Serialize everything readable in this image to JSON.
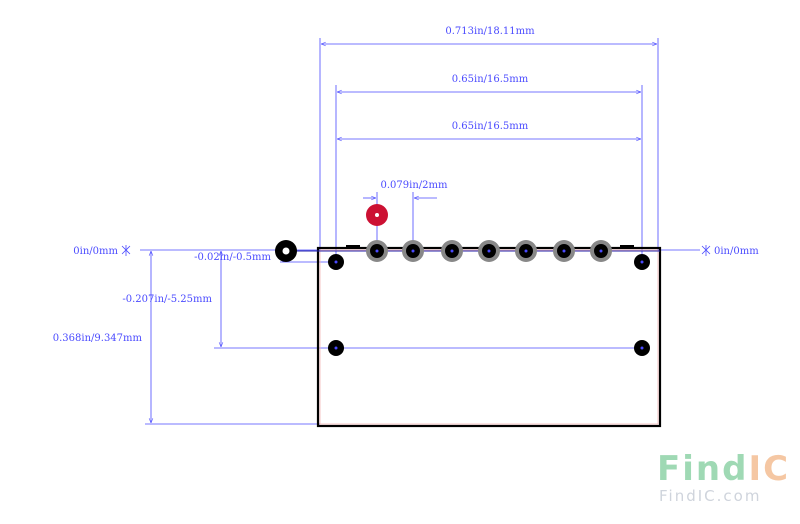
{
  "dimensions": {
    "total_width": "0.713in/18.11mm",
    "pitch_outer": "0.65in/16.5mm",
    "pitch_inner": "0.65in/16.5mm",
    "pin_pitch": "0.079in/2mm",
    "origin_left": "0in/0mm",
    "origin_right": "0in/0mm",
    "offset_small": "-0.02in/-0.5mm",
    "offset_mid": "-0.207in/-5.25mm",
    "body_height": "0.368in/9.347mm"
  },
  "watermark": {
    "brand_find": "Find",
    "brand_ic": "IC",
    "url": "FindIC.com"
  },
  "colors": {
    "dimension": "#4a4aff",
    "outline": "#000000",
    "pin1": "#cc1133",
    "pad_ring": "#888888",
    "watermark_green": "#9fd9b4",
    "watermark_orange": "#f5c7a3",
    "watermark_gray": "#cfd4dc"
  }
}
